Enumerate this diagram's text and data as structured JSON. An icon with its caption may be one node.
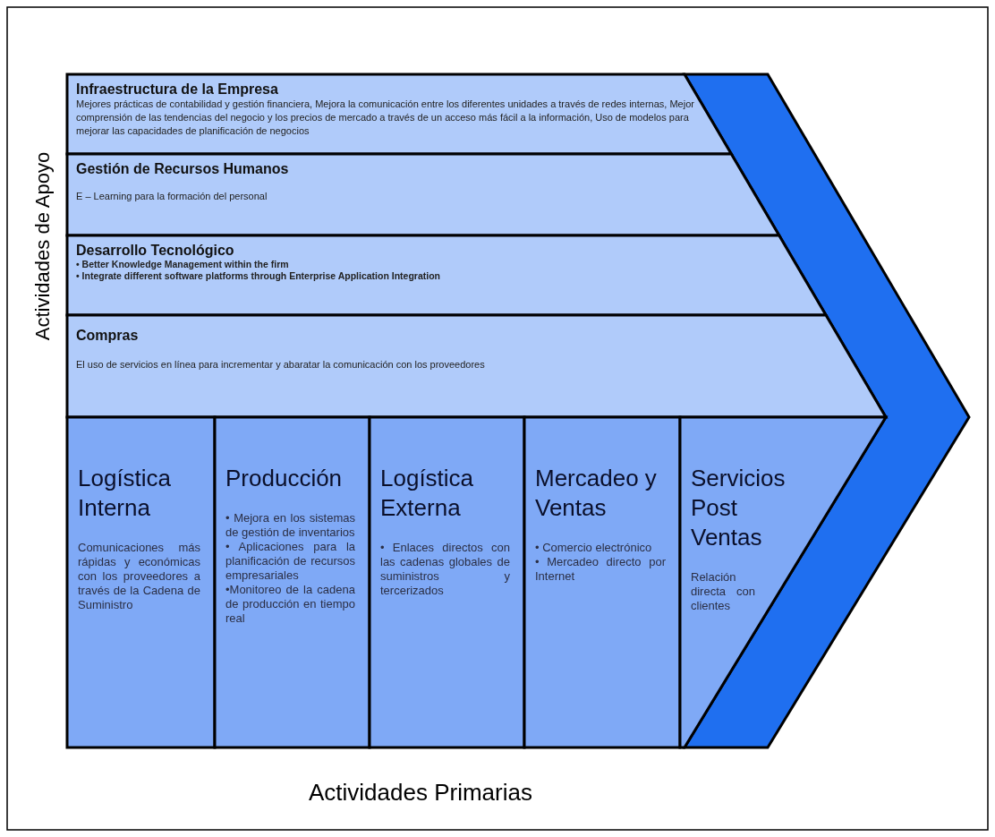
{
  "diagram": {
    "nodes": [
      {
        "text": [
          "Infraestructura de la Empresa",
          "Mejores prácticas de contabilidad y gestión financiera, Mejora la comunicación entre los diferentes unidades a través de redes internas, Mejor comprensión de las tendencias del negocio y los precios de mercado a través de un acceso más fácil a la información, Uso de modelos para mejorar las capacidades de planificación de negocios"
        ]
      },
      {
        "text": [
          "Gestión de Recursos Humanos",
          "E – Learning para la formación del personal"
        ]
      },
      {
        "text": [
          "Desarrollo Tecnológico",
          "• Better Knowledge Management within the firm",
          "• Integrate different software platforms through Enterprise Application Integration"
        ]
      },
      {
        "text": [
          "Compras",
          "El uso de servicios en línea para incrementar y abaratar la comunicación con los proveedores"
        ]
      },
      {
        "text": [
          "Logística Interna",
          "Comunicaciones más rápidas y económicas con los proveedores a través de la Cadena de Suministro"
        ]
      },
      {
        "text": [
          "Producción",
          "• Mejora en los sistemas de gestión de inventarios",
          "• Aplicaciones para la planificación de recursos empresariales",
          "•Monitoreo de la cadena de producción en tiempo real"
        ]
      },
      {
        "text": [
          "Logística Externa",
          "• Enlaces directos con las cadenas globales de suministros y tercerizados"
        ]
      },
      {
        "text": [
          "Mercadeo y Ventas",
          "• Comercio electrónico",
          "• Mercadeo directo por Internet"
        ]
      },
      {
        "text": [
          "Servicios Post Ventas",
          "Relación directa con clientes"
        ]
      }
    ],
    "labels": [
      "Actividades de Apoyo",
      "Actividades Primarias"
    ]
  }
}
